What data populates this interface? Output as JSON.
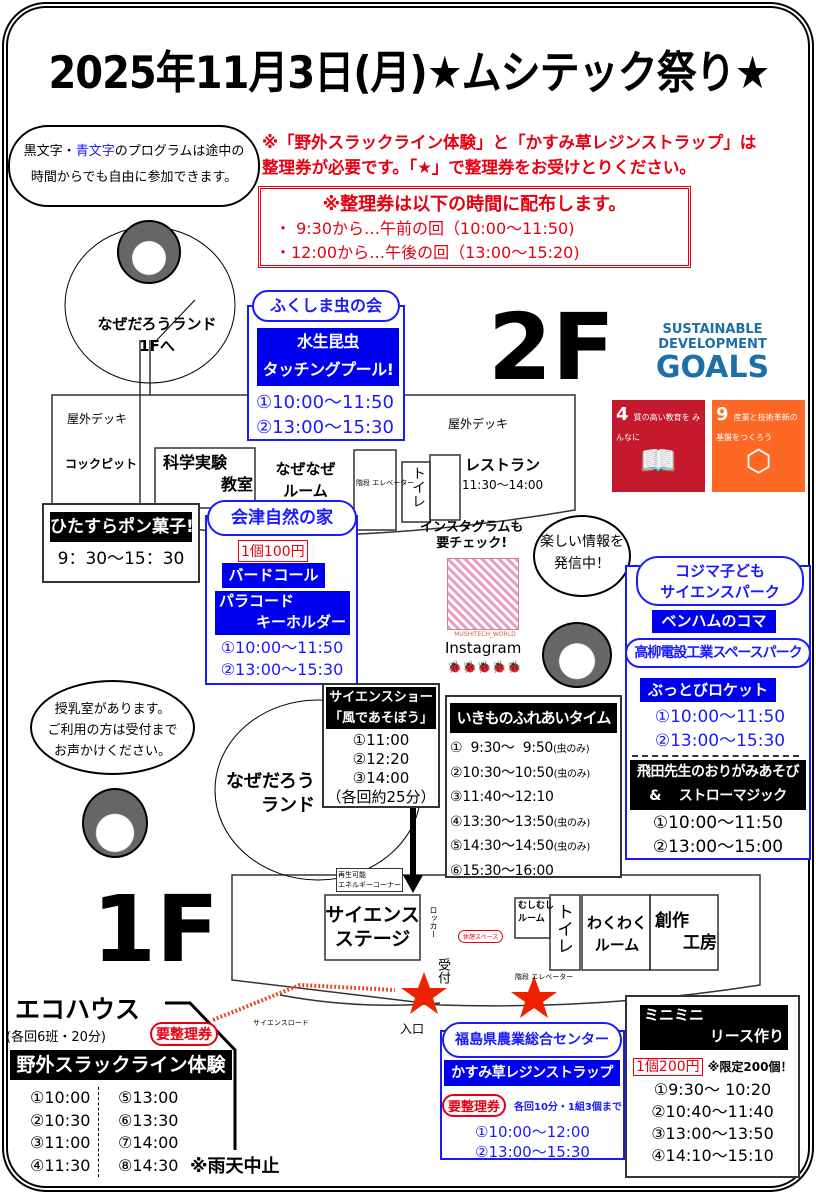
{
  "title": "2025年11月3日(月)★ムシテック祭り★",
  "notice_bubble": {
    "black": "黒文字・",
    "blue": "青文字",
    "rest": "のプログラムは途中の",
    "line2": "時間からでも自由に参加できます。"
  },
  "ticket_notice": {
    "line1": "※「野外スラックライン体験」と「かすみ草レジンストラップ」は",
    "line2": "整理券が必要です。「★」で整理券をお受けとりください。"
  },
  "ticket_times": {
    "heading": "※整理券は以下の時間に配布します。",
    "line1": "・  9:30から…午前の回（10:00〜11:50)",
    "line2": "・12:00から…午後の回（13:00〜15:20)"
  },
  "floor2": {
    "label": "2F",
    "nazedarou_link": "なぜだろうランド",
    "nazedarou_link2": "1Fへ",
    "deck_left": "屋外デッキ",
    "deck_right": "屋外デッキ",
    "cockpit": "コックピット",
    "science_room": "科学実験",
    "science_room2": "教室",
    "nazenaze": "なぜなぜ",
    "nazenaze2": "ルーム",
    "stairs": "階段 エレベーター",
    "toilet": "トイレ",
    "restaurant": "レストラン",
    "restaurant_hours": "11:30〜14:00"
  },
  "fukushima_mushi": {
    "org": "ふくしま虫の会",
    "event1": "水生昆虫",
    "event2": "タッチングプール!",
    "times": [
      "①10:00〜11:50",
      "②13:00〜15:30"
    ]
  },
  "ponkashi": {
    "name": "ひたすらポン菓子!",
    "time": "9：30〜15：30"
  },
  "aizu": {
    "org": "会津自然の家",
    "price": "1個100円",
    "event1": "バードコール",
    "event2a": "パラコード",
    "event2b": "キーホルダー",
    "times": [
      "①10:00〜11:50",
      "②13:00〜15:30"
    ]
  },
  "instagram": {
    "line1": "インスタグラムも",
    "line2": "要チェック!",
    "account": "MUSHITECH_WORLD",
    "label": "Instagram",
    "bubble1": "楽しい情報を",
    "bubble2": "発信中！"
  },
  "sdgs": {
    "logo1": "SUSTAINABLE",
    "logo2": "DEVELOPMENT",
    "logo3": "GOALS",
    "goal4_num": "4",
    "goal4_text": "質の高い教育を みんなに",
    "goal9_num": "9",
    "goal9_text": "産業と技術革新の 基盤をつくろう",
    "color4": "#c5192d",
    "color9": "#fd6925"
  },
  "kojima": {
    "org1": "コジマ子ども",
    "org2": "サイエンスパーク",
    "event1": "ベンハムのコマ",
    "org3": "高柳電設工業スペースパーク",
    "event2": "ぶっとびロケット",
    "times": [
      "①10:00〜11:50",
      "②13:00〜15:30"
    ],
    "event3a": "飛田先生のおりがみあそび",
    "event3b": "&　 ストローマジック",
    "times2": [
      "①10:00〜11:50",
      "②13:00〜15:00"
    ]
  },
  "nursing": {
    "line1": "授乳室があります。",
    "line2": "ご利用の方は受付まで",
    "line3": "お声かけください。"
  },
  "nazedarou": {
    "line1": "なぜだろう",
    "line2": "ランド"
  },
  "science_show": {
    "title1": "サイエンスショー",
    "title2": "「風であそぼう」",
    "times": [
      "①11:00",
      "②12:20",
      "③14:00"
    ],
    "note": "（各回約25分）"
  },
  "ikimono": {
    "title": "いきものふれあいタイム",
    "rows": [
      {
        "t": "①  9:30〜  9:50",
        "n": "(虫のみ)"
      },
      {
        "t": "②10:30〜10:50",
        "n": "(虫のみ)"
      },
      {
        "t": "③11:40〜12:10",
        "n": ""
      },
      {
        "t": "④13:30〜13:50",
        "n": "(虫のみ)"
      },
      {
        "t": "⑤14:30〜14:50",
        "n": "(虫のみ)"
      },
      {
        "t": "⑥15:30〜16:00",
        "n": ""
      }
    ]
  },
  "floor1": {
    "label": "1F",
    "energy1": "再生可能",
    "energy2": "エネルギーコーナー",
    "stage1": "サイエンス",
    "stage2": "ステージ",
    "locker": "ロッカー",
    "rest": "休憩スペース",
    "reception": "受付",
    "mushimushi1": "むしむし",
    "mushimushi2": "ルーム",
    "toilet": "トイレ",
    "stairs": "階段 エレベーター",
    "wakuwaku1": "わくわく",
    "wakuwaku2": "ルーム",
    "sousaku1": "創作",
    "sousaku2": "工房",
    "entrance": "入口",
    "road": "サイエンスロード"
  },
  "ecohouse": {
    "name": "エコハウス",
    "note": "(各回6班・20分)",
    "ticket": "要整理券",
    "event": "野外スラックライン体験",
    "times_left": [
      "①10:00",
      "②10:30",
      "③11:00",
      "④11:30"
    ],
    "times_right": [
      "⑤13:00",
      "⑥13:30",
      "⑦14:00",
      "⑧14:30"
    ],
    "rain": "※雨天中止"
  },
  "nougyou": {
    "org": "福島県農業総合センター",
    "event": "かすみ草レジンストラップ",
    "ticket": "要整理券",
    "note": "各回10分・1組3個まで",
    "times": [
      "①10:00〜12:00",
      "②13:00〜15:30"
    ]
  },
  "wreath": {
    "title1": "ミニミニ",
    "title2": "リース作り",
    "price": "1個200円",
    "limit": "※限定200個！",
    "times": [
      "①9:30〜  10:20",
      "②10:40〜11:40",
      "③13:00〜13:50",
      "④14:10〜15:10"
    ]
  }
}
